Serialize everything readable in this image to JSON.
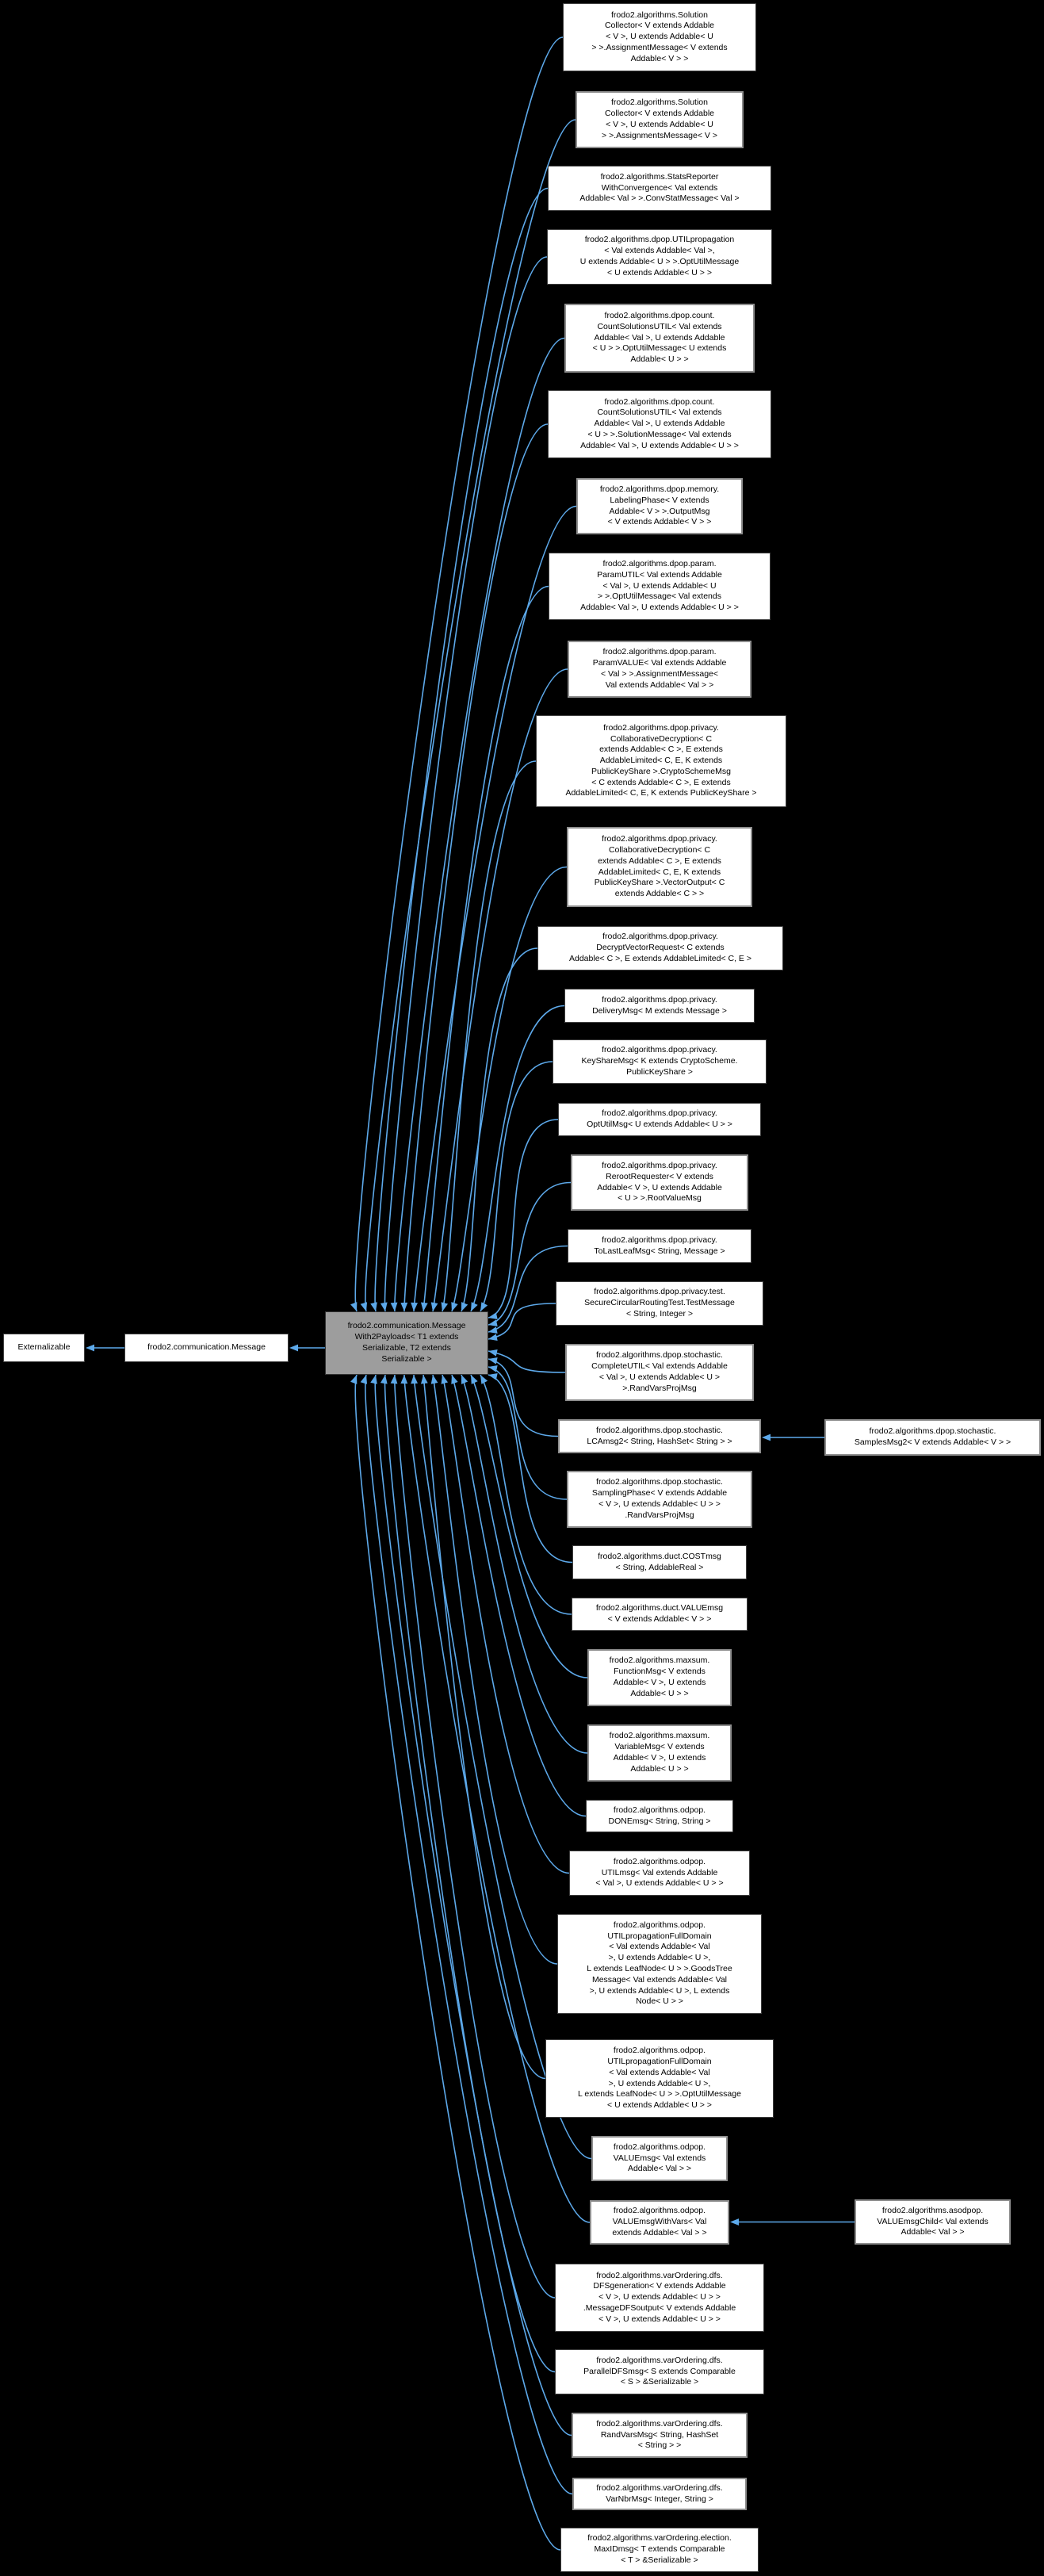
{
  "diagram": {
    "background": "#000000",
    "edge_color": "#5da9ea",
    "node_fill": "#ffffff",
    "node_border": "#3f3f3f",
    "node_border_highlight": "#8e8e8e",
    "hub_fill": "#9d9d9d"
  },
  "base_chain": {
    "externalizable": "Externalizable",
    "message": "frodo2.communication.Message"
  },
  "hub": {
    "label": "frodo2.communication.Message\nWith2Payloads< T1 extends\nSerializable, T2 extends\nSerializable >"
  },
  "subclasses": [
    {
      "label": "frodo2.algorithms.Solution\nCollector< V extends Addable\n< V >, U extends Addable< U\n> >.AssignmentMessage< V extends\nAddable< V > >"
    },
    {
      "label": "frodo2.algorithms.Solution\nCollector< V extends Addable\n< V >, U extends Addable< U\n> >.AssignmentsMessage< V >"
    },
    {
      "label": "frodo2.algorithms.StatsReporter\nWithConvergence< Val extends\nAddable< Val > >.ConvStatMessage< Val >"
    },
    {
      "label": "frodo2.algorithms.dpop.UTILpropagation\n< Val extends Addable< Val >,\nU extends Addable< U > >.OptUtilMessage\n< U extends Addable< U > >"
    },
    {
      "label": "frodo2.algorithms.dpop.count.\nCountSolutionsUTIL< Val extends\nAddable< Val >, U extends Addable\n< U > >.OptUtilMessage< U extends\nAddable< U > >"
    },
    {
      "label": "frodo2.algorithms.dpop.count.\nCountSolutionsUTIL< Val extends\nAddable< Val >, U extends Addable\n< U > >.SolutionMessage< Val extends\nAddable< Val >, U extends Addable< U > >"
    },
    {
      "label": "frodo2.algorithms.dpop.memory.\nLabelingPhase< V extends\nAddable< V > >.OutputMsg\n< V extends Addable< V > >"
    },
    {
      "label": "frodo2.algorithms.dpop.param.\nParamUTIL< Val extends Addable\n< Val >, U extends Addable< U\n> >.OptUtilMessage< Val extends\nAddable< Val >, U extends Addable< U > >"
    },
    {
      "label": "frodo2.algorithms.dpop.param.\nParamVALUE< Val extends Addable\n< Val > >.AssignmentMessage<\nVal extends Addable< Val > >"
    },
    {
      "label": "frodo2.algorithms.dpop.privacy.\nCollaborativeDecryption< C\nextends Addable< C >, E extends\nAddableLimited< C, E, K extends\nPublicKeyShare >.CryptoSchemeMsg\n< C extends Addable< C >, E extends\nAddableLimited< C, E, K extends PublicKeyShare >"
    },
    {
      "label": "frodo2.algorithms.dpop.privacy.\nCollaborativeDecryption< C\nextends Addable< C >, E extends\nAddableLimited< C, E, K extends\nPublicKeyShare >.VectorOutput< C\nextends Addable< C > >"
    },
    {
      "label": "frodo2.algorithms.dpop.privacy.\nDecryptVectorRequest< C extends\nAddable< C >, E extends AddableLimited< C, E >"
    },
    {
      "label": "frodo2.algorithms.dpop.privacy.\nDeliveryMsg< M extends Message >"
    },
    {
      "label": "frodo2.algorithms.dpop.privacy.\nKeyShareMsg< K extends CryptoScheme.\nPublicKeyShare >"
    },
    {
      "label": "frodo2.algorithms.dpop.privacy.\nOptUtilMsg< U extends Addable< U > >"
    },
    {
      "label": "frodo2.algorithms.dpop.privacy.\nRerootRequester< V extends\nAddable< V >, U extends Addable\n< U > >.RootValueMsg"
    },
    {
      "label": "frodo2.algorithms.dpop.privacy.\nToLastLeafMsg< String, Message >"
    },
    {
      "label": "frodo2.algorithms.dpop.privacy.test.\nSecureCircularRoutingTest.TestMessage\n< String, Integer >"
    },
    {
      "label": "frodo2.algorithms.dpop.stochastic.\nCompleteUTIL< Val extends Addable\n< Val >, U extends Addable< U >\n>.RandVarsProjMsg"
    },
    {
      "label": "frodo2.algorithms.dpop.stochastic.\nLCAmsg2< String, HashSet< String > >"
    },
    {
      "label": "frodo2.algorithms.dpop.stochastic.\nSamplingPhase< V extends Addable\n< V >, U extends Addable< U > >\n.RandVarsProjMsg"
    },
    {
      "label": "frodo2.algorithms.duct.COSTmsg\n< String, AddableReal >"
    },
    {
      "label": "frodo2.algorithms.duct.VALUEmsg\n< V extends Addable< V > >"
    },
    {
      "label": "frodo2.algorithms.maxsum.\nFunctionMsg< V extends\nAddable< V >, U extends\nAddable< U > >"
    },
    {
      "label": "frodo2.algorithms.maxsum.\nVariableMsg< V extends\nAddable< V >, U extends\nAddable< U > >"
    },
    {
      "label": "frodo2.algorithms.odpop.\nDONEmsg< String, String >"
    },
    {
      "label": "frodo2.algorithms.odpop.\nUTILmsg< Val extends Addable\n< Val >, U extends Addable< U > >"
    },
    {
      "label": "frodo2.algorithms.odpop.\nUTILpropagationFullDomain\n< Val extends Addable< Val\n>, U extends Addable< U >,\nL extends LeafNode< U > >.GoodsTree\nMessage< Val extends Addable< Val\n>, U extends Addable< U >, L extends\nNode< U > >"
    },
    {
      "label": "frodo2.algorithms.odpop.\nUTILpropagationFullDomain\n< Val extends Addable< Val\n>, U extends Addable< U >,\nL extends LeafNode< U > >.OptUtilMessage\n< U extends Addable< U > >"
    },
    {
      "label": "frodo2.algorithms.odpop.\nVALUEmsg< Val extends\nAddable< Val > >"
    },
    {
      "label": "frodo2.algorithms.odpop.\nVALUEmsgWithVars< Val\nextends Addable< Val > >"
    },
    {
      "label": "frodo2.algorithms.varOrdering.dfs.\nDFSgeneration< V extends Addable\n< V >, U extends Addable< U > >\n.MessageDFSoutput< V extends Addable\n< V >, U extends Addable< U > >"
    },
    {
      "label": "frodo2.algorithms.varOrdering.dfs.\nParallelDFSmsg< S extends Comparable\n< S > &Serializable >"
    },
    {
      "label": "frodo2.algorithms.varOrdering.dfs.\nRandVarsMsg< String, HashSet\n< String > >"
    },
    {
      "label": "frodo2.algorithms.varOrdering.dfs.\nVarNbrMsg< Integer, String >"
    },
    {
      "label": "frodo2.algorithms.varOrdering.election.\nMaxIDmsg< T extends Comparable\n< T > &Serializable >"
    }
  ],
  "external_subclasses": [
    {
      "label": "frodo2.algorithms.dpop.stochastic.\nSamplesMsg2< V extends Addable< V > >"
    },
    {
      "label": "frodo2.algorithms.asodpop.\nVALUEmsgChild< Val extends\nAddable< Val > >"
    }
  ]
}
